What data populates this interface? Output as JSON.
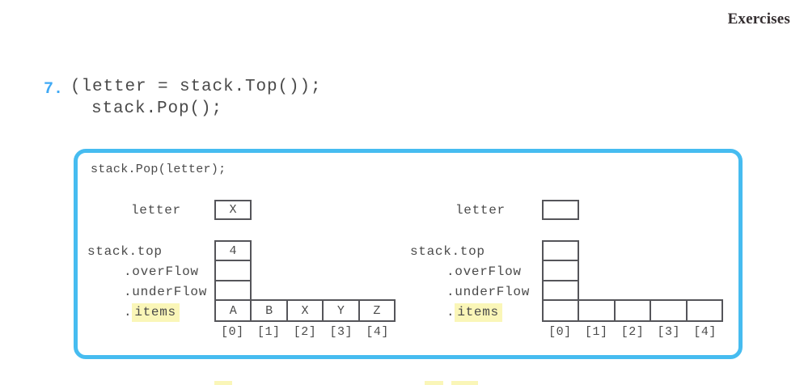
{
  "page": {
    "header_label": "Exercises"
  },
  "exercise": {
    "number": "7.",
    "code_line1": "(letter = stack.Top());",
    "code_line2": "stack.Pop();"
  },
  "figure": {
    "caption_code": "stack.Pop(letter);",
    "labels": {
      "letter": "letter",
      "top": "stack.top",
      "overflow": ".overFlow",
      "underflow": ".underFlow",
      "items_dot": ".",
      "items_name": "items"
    },
    "indices": [
      "[0]",
      "[1]",
      "[2]",
      "[3]",
      "[4]"
    ],
    "left": {
      "letter_value": "X",
      "top_value": "4",
      "overflow_value": "",
      "underflow_value": "",
      "items": [
        "A",
        "B",
        "X",
        "Y",
        "Z"
      ]
    },
    "right": {
      "letter_value": "",
      "top_value": "",
      "overflow_value": "",
      "underflow_value": "",
      "items": [
        "",
        "",
        "",
        "",
        ""
      ]
    }
  },
  "colors": {
    "exercise_number_blue": "#3fa9f5",
    "figure_border_blue": "#46bcf0",
    "highlight_yellow": "#faf6b8",
    "text_gray": "#4a4a4a"
  }
}
